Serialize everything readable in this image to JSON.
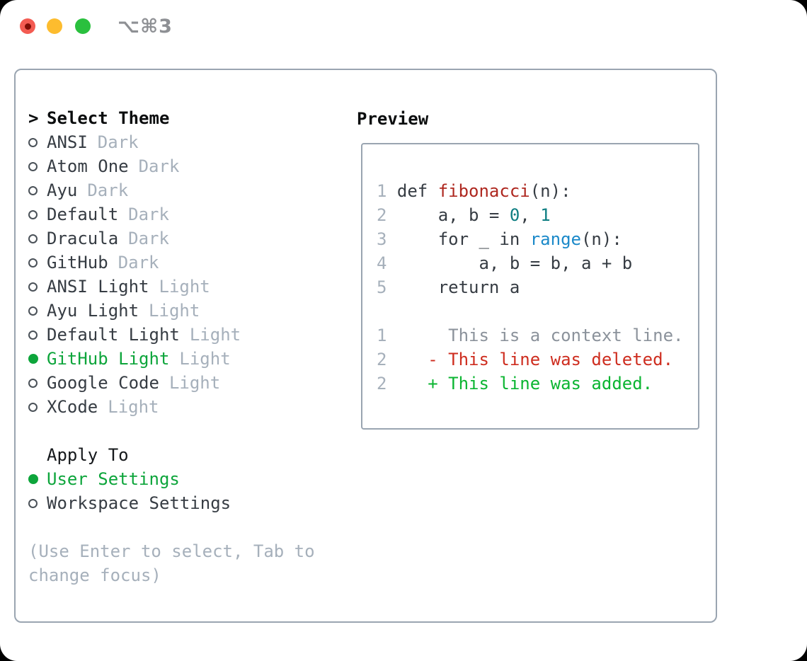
{
  "window": {
    "title": "⌥⌘3"
  },
  "colors": {
    "accent_green": "#0da53b",
    "added_green": "#0bb531",
    "deleted_red": "#ce2d1f",
    "function_red": "#ae271f",
    "builtin_blue": "#1b89c9",
    "number_teal": "#0e7e82",
    "muted_gray": "#a6b0bb",
    "border_gray": "#9aa5b1",
    "traffic_close": "#f35b52",
    "traffic_min": "#fdbc2e",
    "traffic_zoom": "#2ac03e"
  },
  "theme_picker": {
    "header": {
      "cursor": ">",
      "label": "Select Theme"
    },
    "items": [
      {
        "name": "ANSI",
        "tag": "Dark",
        "selected": false
      },
      {
        "name": "Atom One",
        "tag": "Dark",
        "selected": false
      },
      {
        "name": "Ayu",
        "tag": "Dark",
        "selected": false
      },
      {
        "name": "Default",
        "tag": "Dark",
        "selected": false
      },
      {
        "name": "Dracula",
        "tag": "Dark",
        "selected": false
      },
      {
        "name": "GitHub",
        "tag": "Dark",
        "selected": false
      },
      {
        "name": "ANSI Light",
        "tag": "Light",
        "selected": false
      },
      {
        "name": "Ayu Light",
        "tag": "Light",
        "selected": false
      },
      {
        "name": "Default Light",
        "tag": "Light",
        "selected": false
      },
      {
        "name": "GitHub Light",
        "tag": "Light",
        "selected": true
      },
      {
        "name": "Google Code",
        "tag": "Light",
        "selected": false
      },
      {
        "name": "XCode",
        "tag": "Light",
        "selected": false
      }
    ],
    "apply_to": {
      "label": "Apply To",
      "options": [
        {
          "name": "User Settings",
          "selected": true
        },
        {
          "name": "Workspace Settings",
          "selected": false
        }
      ]
    },
    "hint_lines": [
      "(Use Enter to select, Tab to",
      "change focus)"
    ]
  },
  "preview": {
    "label": "Preview",
    "code_lines": [
      {
        "num": "1",
        "s0": "def ",
        "s1": "fibonacci",
        "s2": "(n):"
      },
      {
        "num": "2",
        "s0": "    a, b = ",
        "s1": "0",
        "s2": ", ",
        "s3": "1"
      },
      {
        "num": "3",
        "s0": "    for _ in ",
        "s1": "range",
        "s2": "(n):"
      },
      {
        "num": "4",
        "s0": "        a, b = b, a + b"
      },
      {
        "num": "5",
        "s0": "    return a"
      },
      {
        "num": ""
      },
      {
        "num": "1",
        "s0": "     This is a context line."
      },
      {
        "num": "2",
        "s0": "   - This line was deleted."
      },
      {
        "num": "2",
        "s0": "   + This line was added."
      }
    ]
  }
}
